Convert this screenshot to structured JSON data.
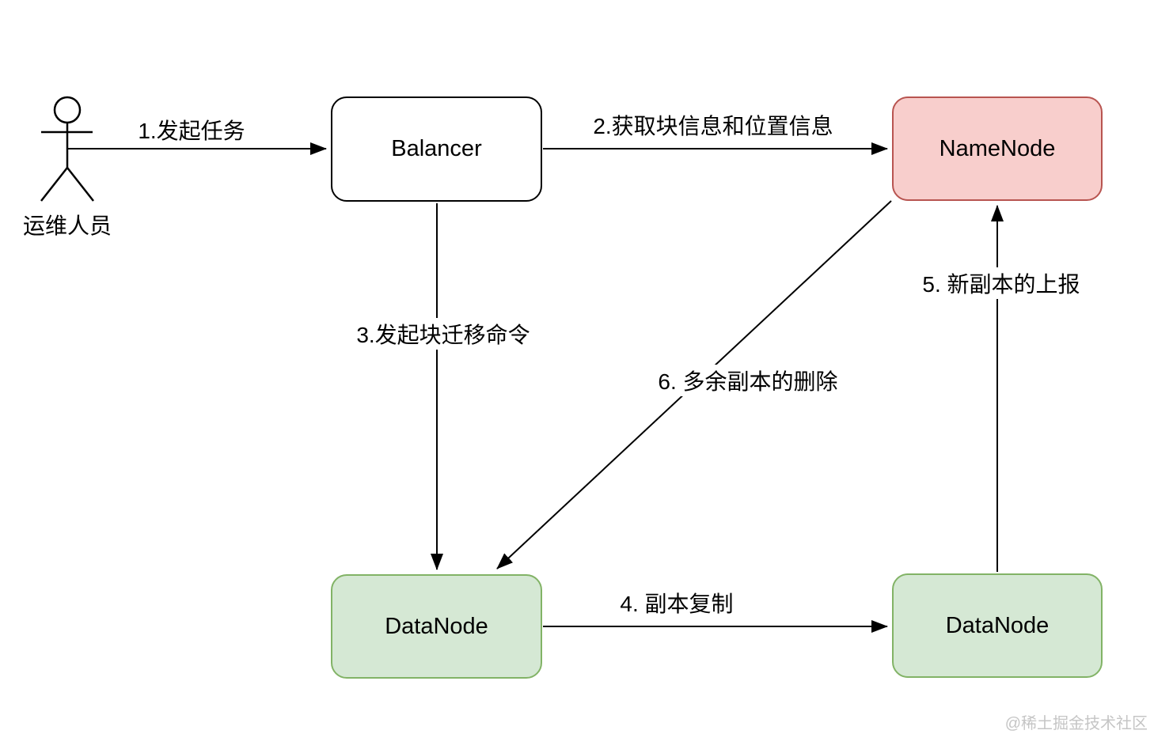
{
  "diagram": {
    "title_context": "HDFS Balancer workflow diagram",
    "actor": {
      "label": "运维人员"
    },
    "nodes": {
      "balancer": {
        "label": "Balancer",
        "fill": "#ffffff",
        "border": "#000000"
      },
      "namenode": {
        "label": "NameNode",
        "fill": "#f8cecc",
        "border": "#b85450"
      },
      "datanode_left": {
        "label": "DataNode",
        "fill": "#d5e8d4",
        "border": "#82b366"
      },
      "datanode_right": {
        "label": "DataNode",
        "fill": "#d5e8d4",
        "border": "#82b366"
      }
    },
    "edges": {
      "e1": {
        "label": "1.发起任务",
        "from": "actor",
        "to": "balancer"
      },
      "e2": {
        "label": "2.获取块信息和位置信息",
        "from": "balancer",
        "to": "namenode"
      },
      "e3": {
        "label": "3.发起块迁移命令",
        "from": "balancer",
        "to": "datanode_left"
      },
      "e4": {
        "label": "4. 副本复制",
        "from": "datanode_left",
        "to": "datanode_right"
      },
      "e5": {
        "label": "5. 新副本的上报",
        "from": "datanode_right",
        "to": "namenode"
      },
      "e6": {
        "label": "6. 多余副本的删除",
        "from": "namenode",
        "to": "datanode_left"
      }
    },
    "watermark": "@稀土掘金技术社区",
    "colors": {
      "line": "#000000",
      "watermark_text": "#c5c5c5",
      "background": "#ffffff"
    }
  }
}
